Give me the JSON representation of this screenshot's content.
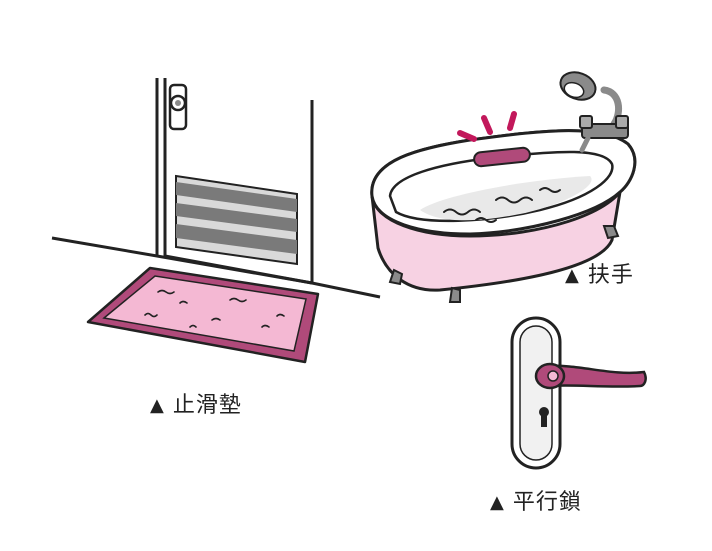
{
  "captions": {
    "triangle": "▲",
    "mat": "止滑墊",
    "handrail": "扶手",
    "lever_lock": "平行鎖"
  },
  "colors": {
    "pink_light": "#f4b8d3",
    "pink_dark": "#b04a7a",
    "magenta": "#c2185b",
    "gray": "#8a8a8a",
    "tub_pink": "#f7d2e3",
    "outline": "#222222"
  },
  "icons": [
    "door",
    "door-knob",
    "wall-vent",
    "bath-mat",
    "bathtub",
    "handrail",
    "shower-head",
    "faucet",
    "lever-door-handle",
    "keyhole"
  ]
}
